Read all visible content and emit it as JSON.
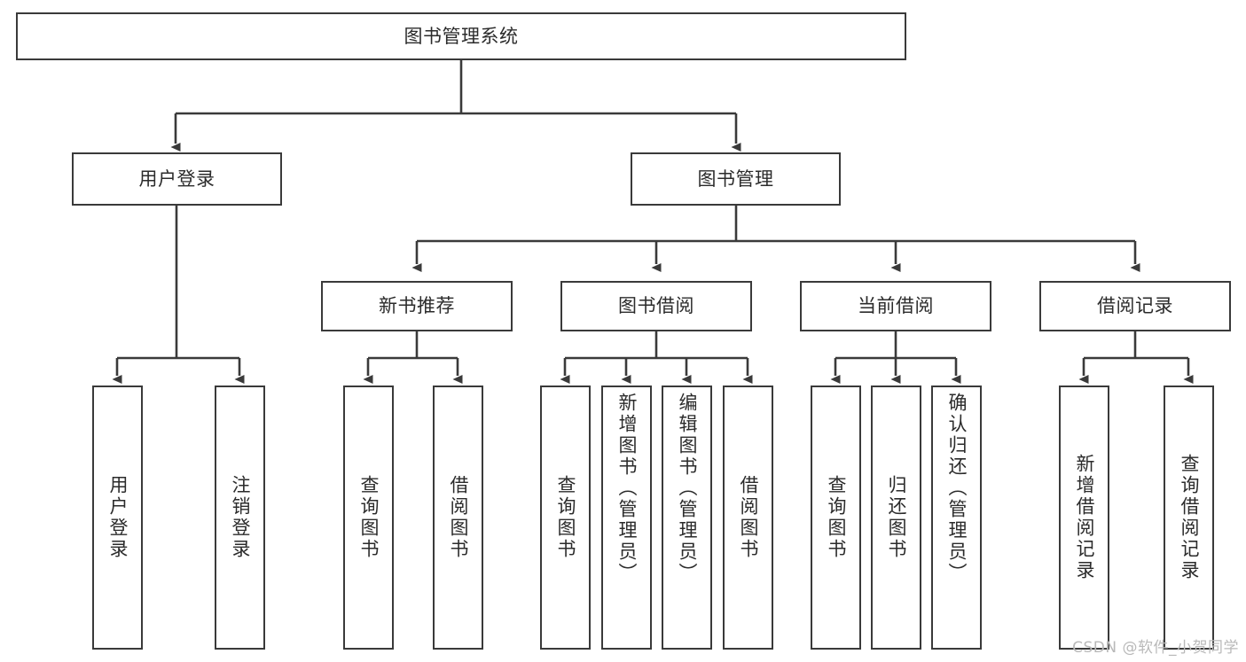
{
  "diagram": {
    "title": "图书管理系统",
    "type": "tree-hierarchy",
    "stroke_color": "#3a3a3a",
    "text_color": "#2b2b2b",
    "background_color": "#ffffff"
  },
  "watermark": {
    "text": "CSDN @软件_小贺同学",
    "color": "#b9b9b9"
  },
  "nodes": {
    "root": {
      "label": "图书管理系统"
    },
    "level1": [
      {
        "label": "用户登录"
      },
      {
        "label": "图书管理"
      }
    ],
    "level2": [
      {
        "label": "新书推荐"
      },
      {
        "label": "图书借阅"
      },
      {
        "label": "当前借阅"
      },
      {
        "label": "借阅记录"
      }
    ],
    "leaves": {
      "user_login": [
        {
          "label": "用户登录"
        },
        {
          "label": "注销登录"
        }
      ],
      "new_book": [
        {
          "label": "查询图书"
        },
        {
          "label": "借阅图书"
        }
      ],
      "book_borrow": [
        {
          "label": "查询图书"
        },
        {
          "label": "新增图书（管理员）"
        },
        {
          "label": "编辑图书（管理员）"
        },
        {
          "label": "借阅图书"
        }
      ],
      "current_borrow": [
        {
          "label": "查询图书"
        },
        {
          "label": "归还图书"
        },
        {
          "label": "确认归还（管理员）"
        }
      ],
      "borrow_record": [
        {
          "label": "新增借阅记录"
        },
        {
          "label": "查询借阅记录"
        }
      ]
    }
  }
}
